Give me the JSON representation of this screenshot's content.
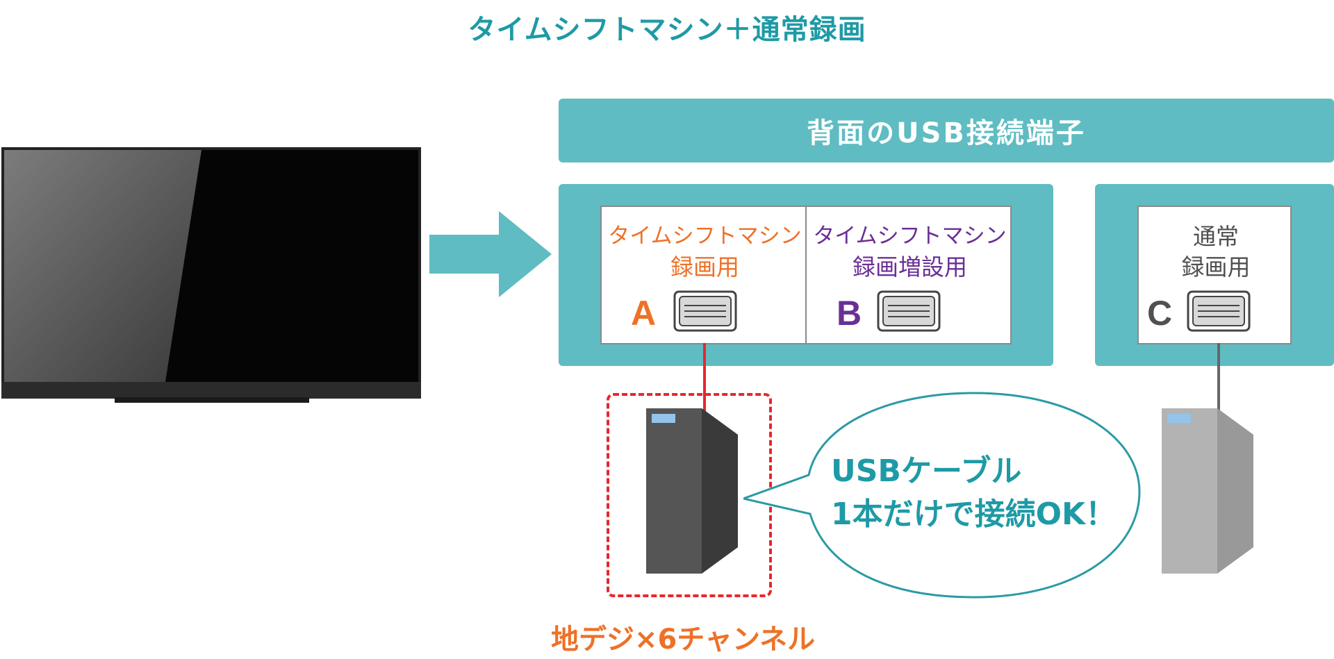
{
  "title": "タイムシフトマシン＋通常録画",
  "rear_header": "背面のUSB接続端子",
  "ports": [
    {
      "letter": "A",
      "line1": "タイムシフトマシン",
      "line2": "録画用",
      "color": "#ee7127"
    },
    {
      "letter": "B",
      "line1": "タイムシフトマシン",
      "line2": "録画増設用",
      "color": "#6a2f96"
    },
    {
      "letter": "C",
      "line1": "通常",
      "line2": "録画用",
      "color": "#505050"
    }
  ],
  "callout": {
    "line1": "USBケーブル",
    "line2": "1本だけで接続OK！"
  },
  "caption": "地デジ×6チャンネル",
  "colors": {
    "title": "#1e9aa6",
    "panel": "#5fbcc2",
    "highlight_border": "#e8262b",
    "hdd_dark": "#4a4a4a",
    "hdd_light": "#a9a9a9"
  },
  "icons": [
    "tv-image",
    "arrow-right-icon",
    "usb-port-icon",
    "hdd-icon"
  ]
}
